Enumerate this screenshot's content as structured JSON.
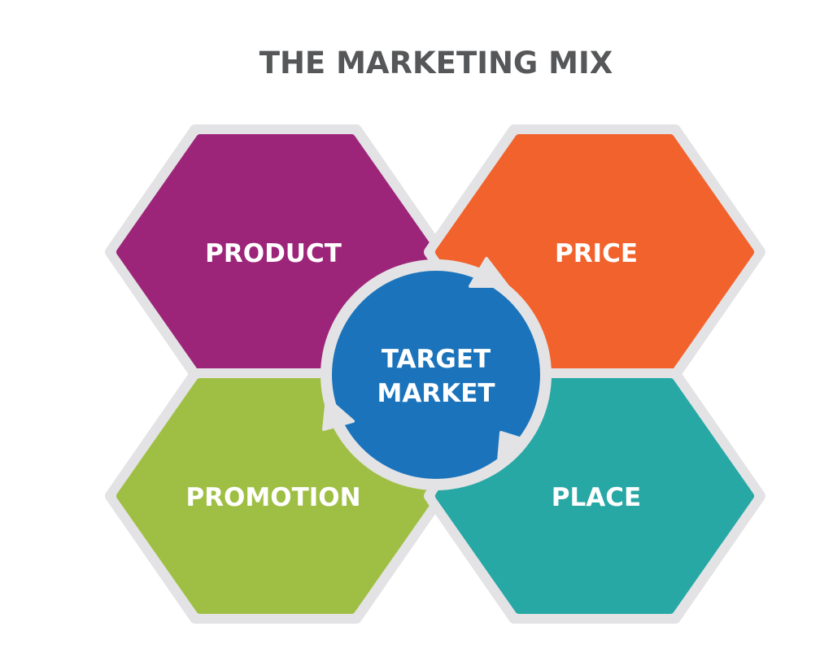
{
  "title": "THE MARKETING MIX",
  "center": {
    "line1": "TARGET",
    "line2": "MARKET",
    "color": "#1b74bb"
  },
  "segments": [
    {
      "id": "product",
      "label": "PRODUCT",
      "color": "#9d2579"
    },
    {
      "id": "price",
      "label": "PRICE",
      "color": "#f2622c"
    },
    {
      "id": "promotion",
      "label": "PROMOTION",
      "color": "#9fbf44"
    },
    {
      "id": "place",
      "label": "PLACE",
      "color": "#27a8a5"
    }
  ],
  "colors": {
    "background": "#ffffff",
    "outline": "#e3e3e5",
    "title": "#555759"
  }
}
